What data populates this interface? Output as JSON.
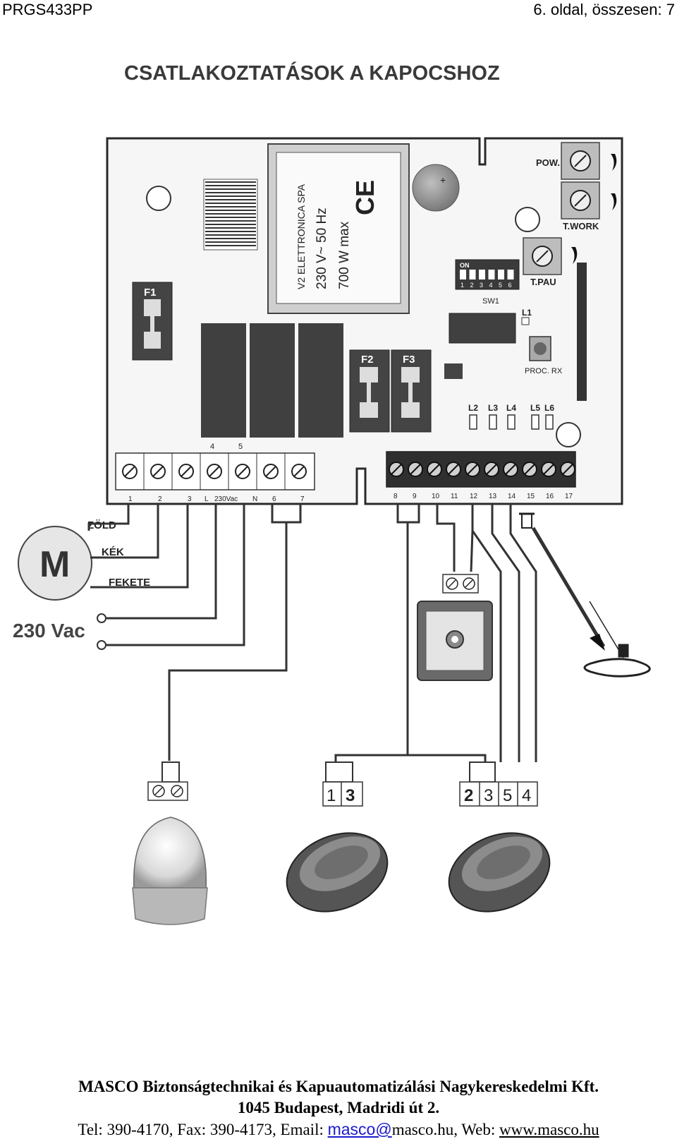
{
  "header": {
    "doc_code": "PRGS433PP",
    "page_info": "6. oldal, összesen: 7"
  },
  "diagram": {
    "title": "CSATLAKOZTATÁSOK A KAPOCSHOZ",
    "transformer": {
      "maker": "V2 ELETTRONICA SPA",
      "line1": "230 V~ 50 Hz",
      "line2": "700 W max",
      "mark": "CE"
    },
    "fuses": [
      "F1",
      "F2",
      "F3"
    ],
    "trimmers": [
      "POW.",
      "T.WORK",
      "T.PAU"
    ],
    "dip": {
      "on_label": "ON",
      "numbers": [
        "1",
        "2",
        "3",
        "4",
        "5",
        "6"
      ],
      "name": "SW1"
    },
    "leds": [
      "L1",
      "L2",
      "L3",
      "L4",
      "L5",
      "L6"
    ],
    "proc_button": "PROC. RX",
    "left_terminal_top": [
      "4",
      "5"
    ],
    "left_terminal_labels": [
      "1",
      "2",
      "3",
      "L",
      "230Vac",
      "N",
      "6",
      "7"
    ],
    "right_terminal_labels": [
      "8",
      "9",
      "10",
      "11",
      "12",
      "13",
      "14",
      "15",
      "16",
      "17"
    ],
    "motor": {
      "symbol": "M",
      "wires": [
        "ZÖLD",
        "KÉK",
        "FEKETE"
      ]
    },
    "mains_label": "230 Vac",
    "photocell_1_terms": [
      "1",
      "3"
    ],
    "photocell_2_terms": [
      "2",
      "3",
      "5",
      "4"
    ]
  },
  "footer": {
    "company": "MASCO Biztonságtechnikai és Kapuautomatizálási Nagykereskedelmi Kft.",
    "address": "1045 Budapest, Madridi út 2.",
    "contact_prefix": "Tel: 390-4170, Fax: 390-4173, Email: ",
    "email_user": "masco@",
    "email_domain": "masco.hu, Web: ",
    "web": "www.masco.hu"
  }
}
